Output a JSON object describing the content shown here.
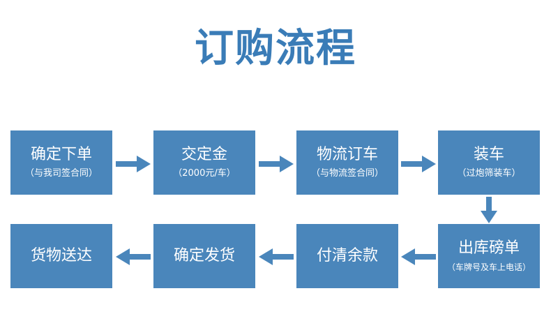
{
  "title": "订购流程",
  "steps": [
    {
      "label": "确定下单",
      "note": "（与我司签合同）"
    },
    {
      "label": "交定金",
      "note": "（2000元/车）"
    },
    {
      "label": "物流订车",
      "note": "（与物流签合同）"
    },
    {
      "label": "装车",
      "note": "（过炮筛装车）"
    },
    {
      "label": "出库磅单",
      "note": "（车牌号及车上电话）"
    },
    {
      "label": "付清余款",
      "note": ""
    },
    {
      "label": "确定发货",
      "note": ""
    },
    {
      "label": "货物送达",
      "note": ""
    }
  ],
  "colors": {
    "accent": "#3a7cb7",
    "box": "#4a86bb",
    "box_text": "#ffffff"
  },
  "icons": {
    "flow_arrow": "arrow-icon"
  }
}
